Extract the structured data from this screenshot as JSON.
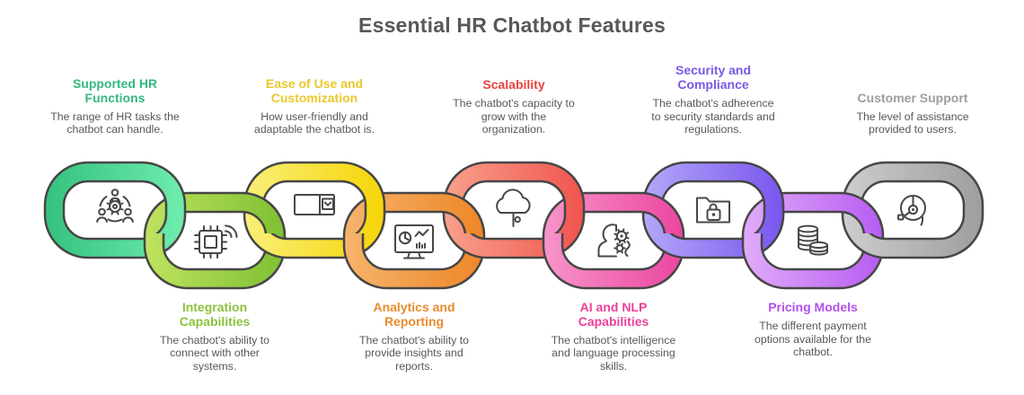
{
  "title": "Essential HR Chatbot Features",
  "colors": {
    "title_text": "#57585b",
    "description_text": "#57575b",
    "chain_outline": "#464646",
    "icon_stroke": "#474747"
  },
  "features": [
    {
      "id": "supported-hr-functions",
      "heading": "Supported HR\nFunctions",
      "description": "The range of HR tasks the\nchatbot can handle.",
      "color": "#33b981",
      "gradient": [
        "#34c17d",
        "#6fedae"
      ],
      "row": "top",
      "icon": "team-icon"
    },
    {
      "id": "integration-capabilities",
      "heading": "Integration\nCapabilities",
      "description": "The chatbot's ability to\nconnect with other\nsystems.",
      "color": "#8bc23d",
      "gradient": [
        "#bfe35f",
        "#7fc032"
      ],
      "row": "bottom",
      "icon": "chip-icon"
    },
    {
      "id": "ease-of-use-and-customization",
      "heading": "Ease of Use and\nCustomization",
      "description": "How user-friendly and\nadaptable the chatbot is.",
      "color": "#eac82c",
      "gradient": [
        "#f9ef79",
        "#f6d506"
      ],
      "row": "top",
      "icon": "window-icon"
    },
    {
      "id": "analytics-and-reporting",
      "heading": "Analytics and\nReporting",
      "description": "The chatbot's ability to\nprovide insights and\nreports.",
      "color": "#e98b2e",
      "gradient": [
        "#f6b46c",
        "#ee8627"
      ],
      "row": "bottom",
      "icon": "dashboard-icon"
    },
    {
      "id": "scalability",
      "heading": "Scalability",
      "description": "The chatbot's capacity to\ngrow with the\norganization.",
      "color": "#e94441",
      "gradient": [
        "#f9a18b",
        "#ef544e"
      ],
      "row": "top",
      "icon": "cloud-icon"
    },
    {
      "id": "ai-and-nlp-capabilities",
      "heading": "AI and NLP\nCapabilities",
      "description": "The chatbot's intelligence\nand language processing\nskills.",
      "color": "#ec3f9b",
      "gradient": [
        "#f795ca",
        "#eb469f"
      ],
      "row": "bottom",
      "icon": "ai-head-icon"
    },
    {
      "id": "security-and-compliance",
      "heading": "Security and\nCompliance",
      "description": "The chatbot's adherence\nto security standards and\nregulations.",
      "color": "#7a58e6",
      "gradient": [
        "#b4a7f8",
        "#7956ef"
      ],
      "row": "top",
      "icon": "folder-lock-icon"
    },
    {
      "id": "pricing-models",
      "heading": "Pricing Models",
      "description": "The different payment\noptions available for the\nchatbot.",
      "color": "#b350ea",
      "gradient": [
        "#e0acfa",
        "#b75cf1"
      ],
      "row": "bottom",
      "icon": "coins-icon"
    },
    {
      "id": "customer-support",
      "heading": "Customer Support",
      "description": "The level of assistance\nprovided to users.",
      "color": "#9c9ea0",
      "gradient": [
        "#cdcdcd",
        "#9e9e9e"
      ],
      "row": "top",
      "icon": "headset-icon"
    }
  ]
}
